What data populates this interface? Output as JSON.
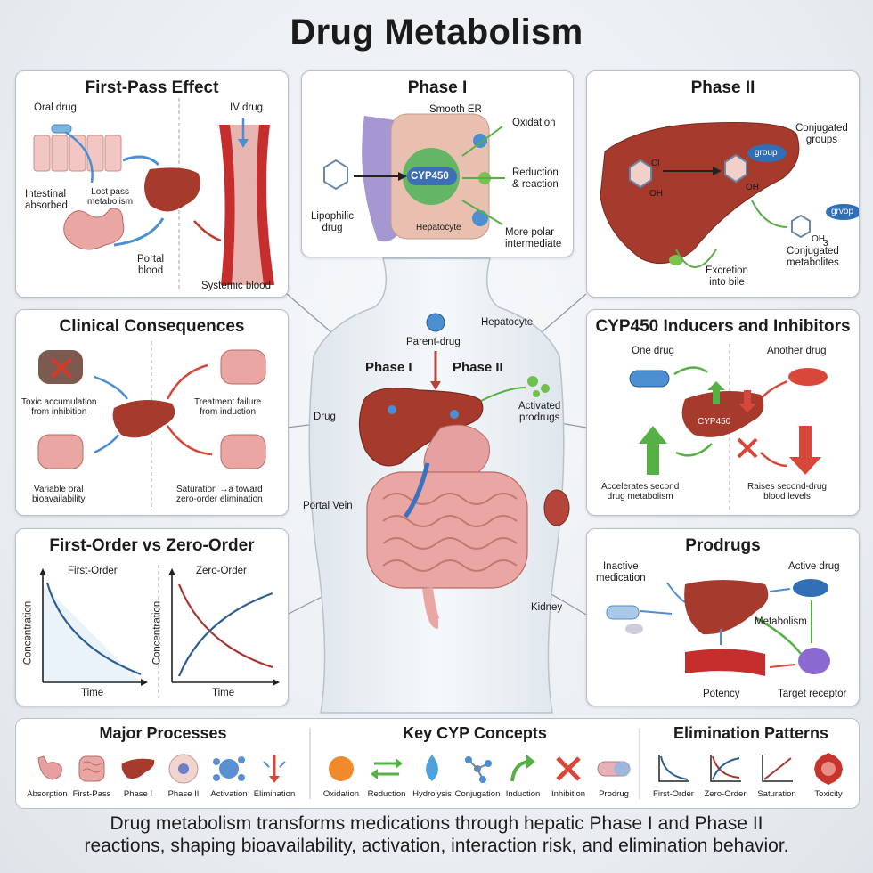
{
  "title": "Drug Metabolism",
  "first_pass": {
    "title": "First-Pass Effect",
    "oral_drug": "Oral drug",
    "iv_drug": "IV drug",
    "intestinal": "Intestinal\nabsorbed",
    "lost_pass": "Lost pass\nmetabolism",
    "portal": "Portal\nblood",
    "systemic": "Systemic blood"
  },
  "phase1": {
    "title": "Phase I",
    "smooth_er": "Smooth ER",
    "oxidation": "Oxidation",
    "reduction": "Reduction\n& reaction",
    "more_polar": "More polar\nintermediate",
    "lipophilic": "Lipophilic\ndrug",
    "cyp": "CYP450",
    "hepatocyte": "Hepatocyte"
  },
  "phase2": {
    "title": "Phase II",
    "conjugated_groups": "Conjugated\ngroups",
    "group1": "group",
    "group2": "grvop",
    "oh1": "OH",
    "oh2": "OH",
    "oh3": "OH",
    "ch3": "3",
    "cl": "Cl",
    "excretion": "Excretion\ninto bile",
    "conj_metab": "Conjugated\nmetabolites"
  },
  "clinical": {
    "title": "Clinical Consequences",
    "toxic": "Toxic accumulation\nfrom inhibition",
    "treatment": "Treatment failure\nfrom induction",
    "variable": "Variable oral\nbioavailability",
    "saturation": "Saturation →a toward\nzero-order elimination"
  },
  "cyp_panel": {
    "title": "CYP450 Inducers and Inhibitors",
    "one_drug": "One drug",
    "another_drug": "Another drug",
    "cyp": "CYP450",
    "accelerates": "Accelerates second\ndrug metabolism",
    "raises": "Raises second-drug\nblood levels"
  },
  "order": {
    "title": "First-Order vs Zero-Order",
    "first": "First-Order",
    "zero": "Zero-Order",
    "conc1": "Concentration",
    "conc2": "Concentration",
    "time1": "Time",
    "time2": "Time"
  },
  "prodrugs": {
    "title": "Prodrugs",
    "inactive": "Inactive\nmedication",
    "active": "Active drug",
    "metabolism": "Metabolism",
    "potency": "Potency",
    "target": "Target receptor"
  },
  "center": {
    "hepatocyte": "Hepatocyte",
    "parent": "Parent-drug",
    "phase1": "Phase I",
    "phase2": "Phase II",
    "drug": "Drug",
    "activated": "Activated\nprodrugs",
    "portal_vein": "Portal Vein",
    "kidney": "Kidney"
  },
  "major": {
    "title": "Major Processes",
    "items": [
      {
        "label": "Absorption",
        "icon": "stomach-icon"
      },
      {
        "label": "First-Pass",
        "icon": "intestine-icon"
      },
      {
        "label": "Phase I",
        "icon": "liver-icon"
      },
      {
        "label": "Phase II",
        "icon": "cell-icon"
      },
      {
        "label": "Activation",
        "icon": "activated-cell-icon"
      },
      {
        "label": "Elimination",
        "icon": "kidney-arrow-icon"
      }
    ]
  },
  "key_cyp": {
    "title": "Key CYP Concepts",
    "items": [
      {
        "label": "Oxidation",
        "icon": "oxidation-icon"
      },
      {
        "label": "Reduction",
        "icon": "cycle-arrows-icon"
      },
      {
        "label": "Hydrolysis",
        "icon": "water-drop-icon"
      },
      {
        "label": "Conjugation",
        "icon": "molecule-icon"
      },
      {
        "label": "Induction",
        "icon": "up-arrow-icon"
      },
      {
        "label": "Inhibition",
        "icon": "cross-icon"
      },
      {
        "label": "Prodrug",
        "icon": "capsule-icon"
      }
    ]
  },
  "elim": {
    "title": "Elimination Patterns",
    "items": [
      {
        "label": "First-Order",
        "icon": "decay-curve-icon"
      },
      {
        "label": "Zero-Order",
        "icon": "cross-curve-icon"
      },
      {
        "label": "Saturation",
        "icon": "linear-line-icon"
      },
      {
        "label": "Toxicity",
        "icon": "toxicity-icon"
      }
    ]
  },
  "summary": "Drug metabolism transforms medications through hepatic Phase I and Phase II\nreactions, shaping bioavailability, activation, interaction risk, and elimination behavior.",
  "colors": {
    "liver": "#a63a2c",
    "arrow_blue": "#4b8fd0",
    "arrow_green": "#56b045",
    "arrow_red": "#d8473a",
    "curve_blue": "#2a5e95",
    "curve_red": "#a8352f"
  }
}
